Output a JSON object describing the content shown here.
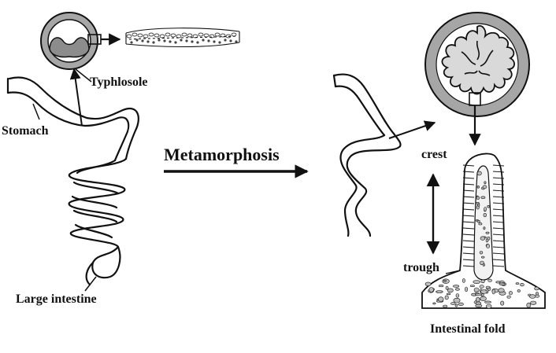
{
  "labels": {
    "typhlosole": "Typhlosole",
    "stomach": "Stomach",
    "large_intestine": "Large intestine",
    "metamorphosis": "Metamorphosis",
    "crest": "crest",
    "trough": "trough",
    "intestinal_fold": "Intestinal fold"
  },
  "colors": {
    "ink": "#111111",
    "ring_outer": "#a6a6a6",
    "ring_inner": "#ffffff",
    "tissue_grey": "#bdbdbd",
    "folds_fill": "#d9d9d9"
  }
}
